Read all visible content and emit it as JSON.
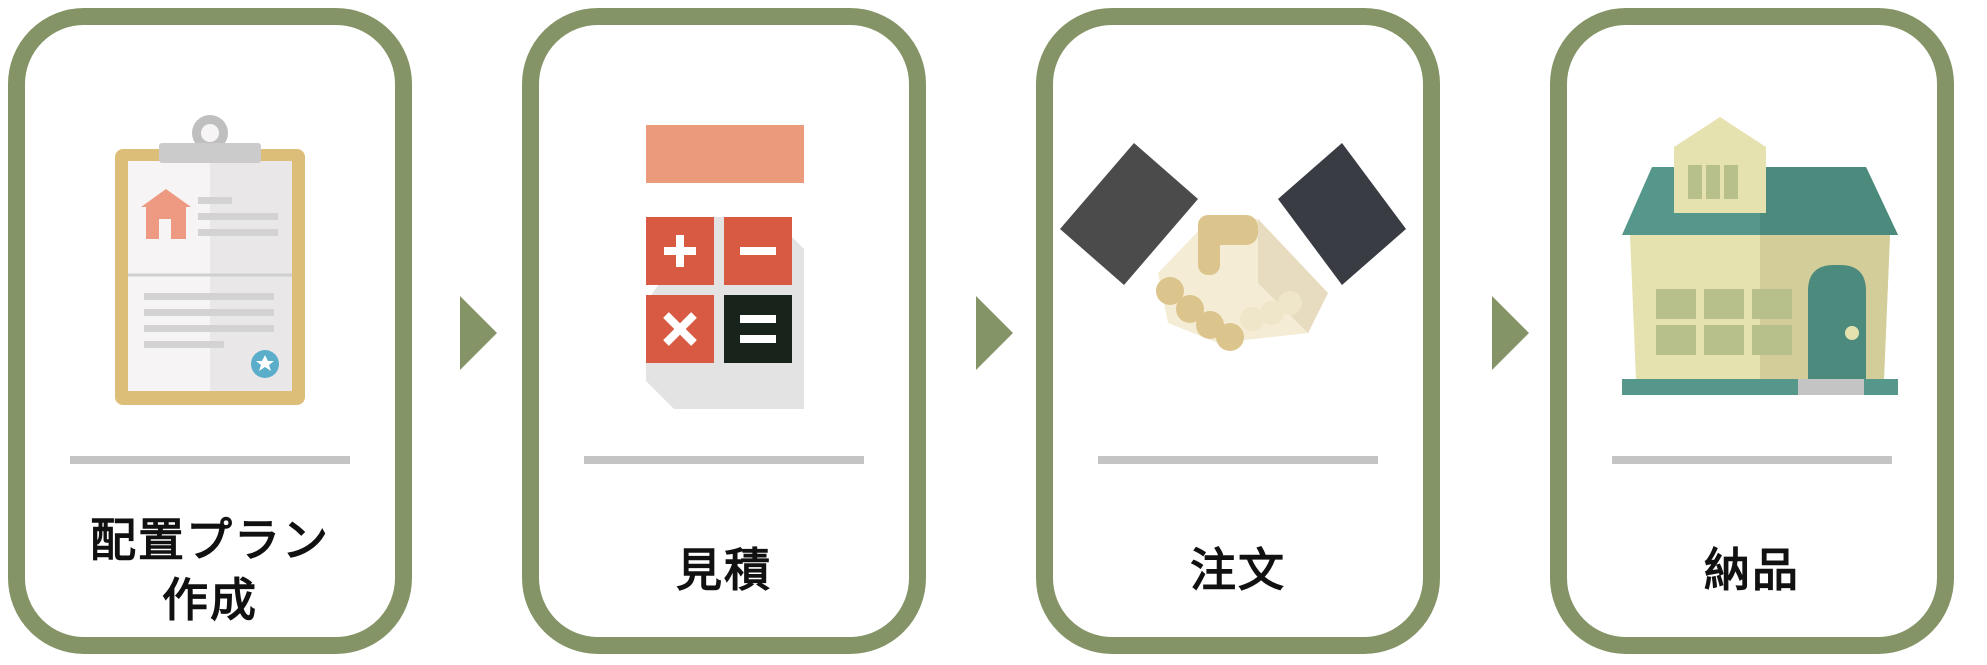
{
  "flow": {
    "steps": [
      {
        "icon": "clipboard-floor-plan-icon",
        "label_lines": [
          "配置プラン",
          "作成"
        ]
      },
      {
        "icon": "calculator-icon",
        "label_lines": [
          "見積",
          ""
        ]
      },
      {
        "icon": "handshake-icon",
        "label_lines": [
          "注文",
          ""
        ]
      },
      {
        "icon": "house-icon",
        "label_lines": [
          "納品",
          ""
        ]
      }
    ]
  },
  "colors": {
    "frame": "#849466",
    "divider": "#c4c4c4",
    "text": "#111111"
  }
}
